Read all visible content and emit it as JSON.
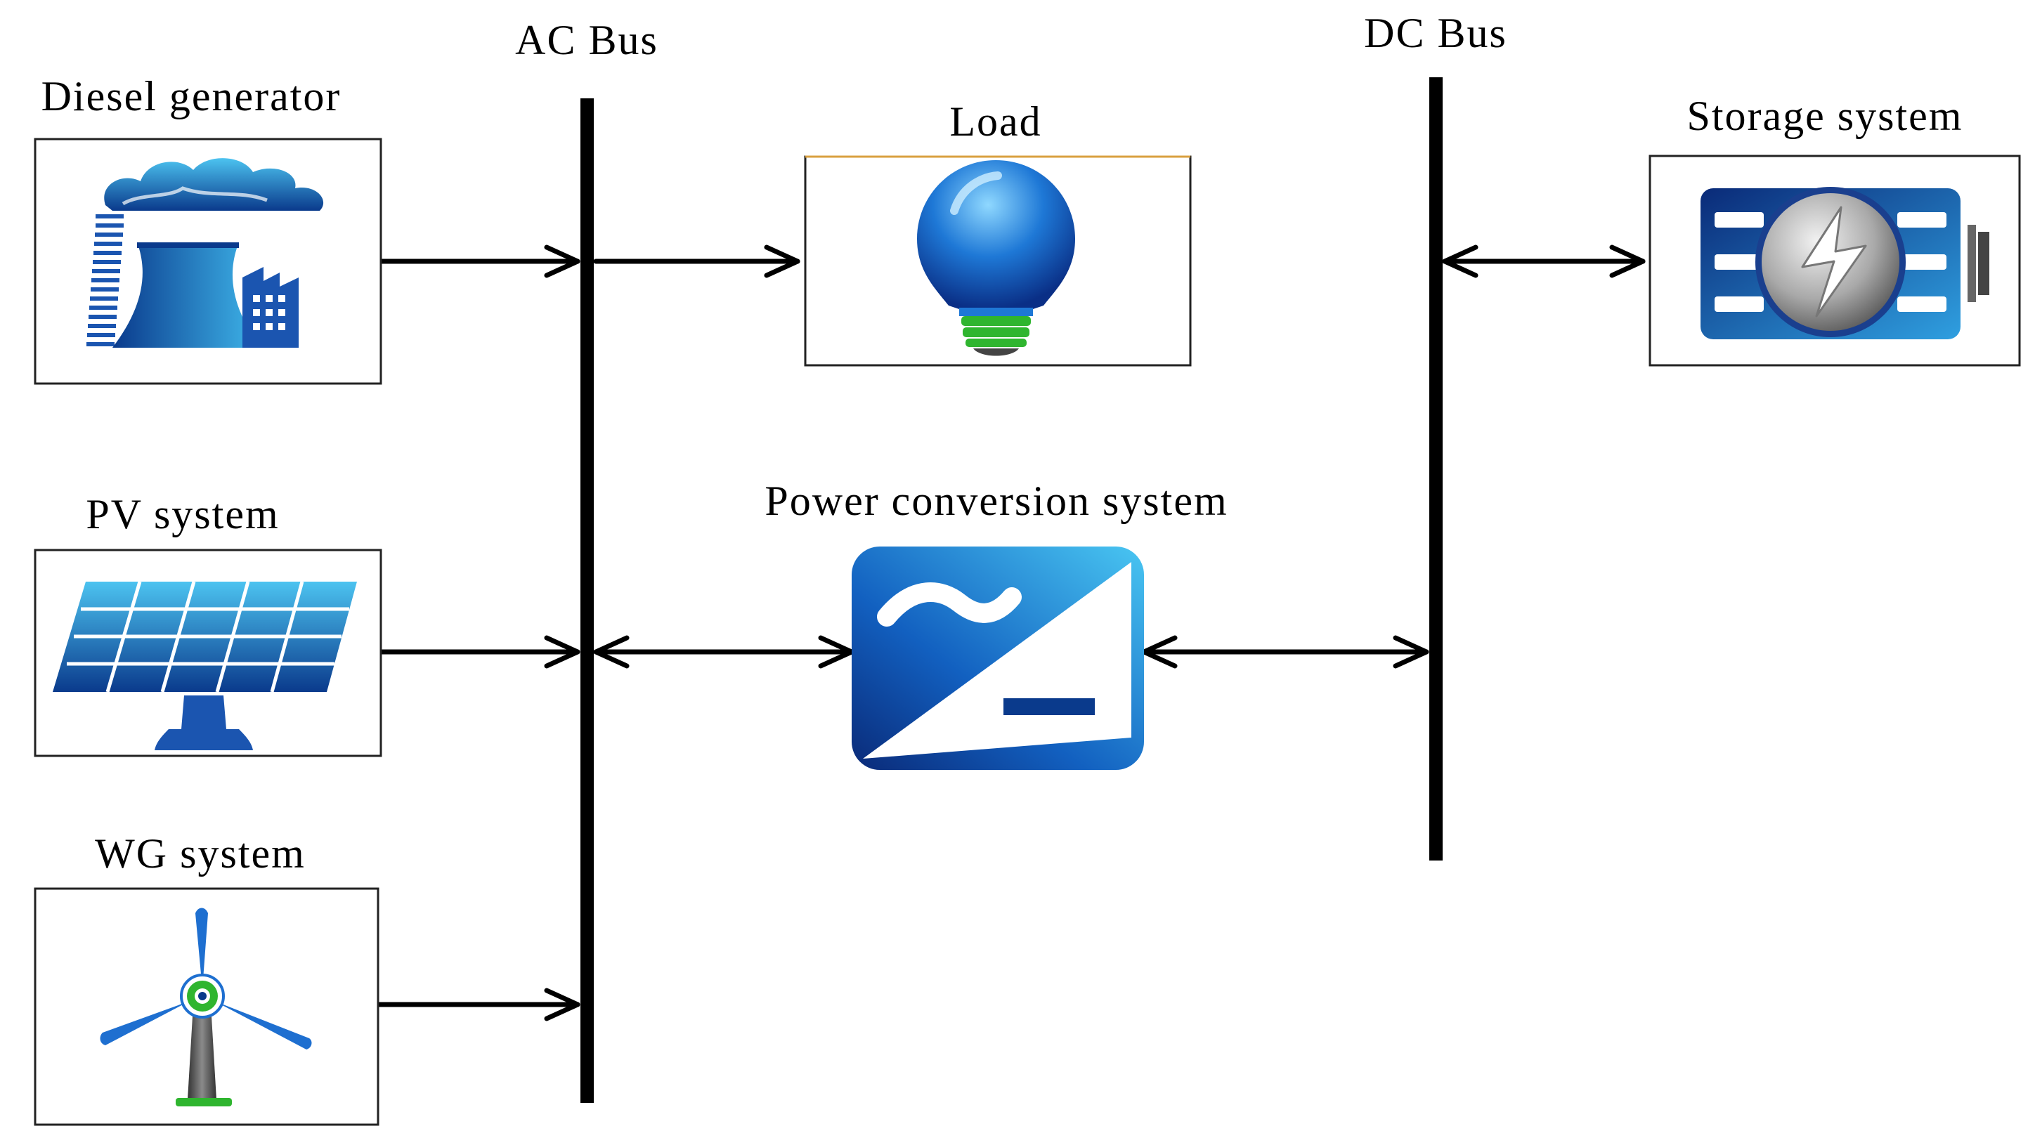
{
  "buses": {
    "ac_label": "AC Bus",
    "dc_label": "DC Bus"
  },
  "components": {
    "diesel_label": "Diesel generator",
    "pv_label": "PV system",
    "wg_label": "WG system",
    "load_label": "Load",
    "pcs_label": "Power conversion system",
    "storage_label": "Storage system"
  },
  "icons": {
    "diesel": "power-plant-icon",
    "pv": "solar-panel-icon",
    "wg": "wind-turbine-icon",
    "load": "light-bulb-icon",
    "pcs": "ac-dc-converter-icon",
    "storage": "battery-icon"
  },
  "colors": {
    "icon_dark_blue": "#0a3a8c",
    "icon_light_blue": "#3fb6ea",
    "bulb_socket_green": "#2fb52f",
    "turbine_hub_green": "#2fb52f",
    "line": "#000000"
  }
}
